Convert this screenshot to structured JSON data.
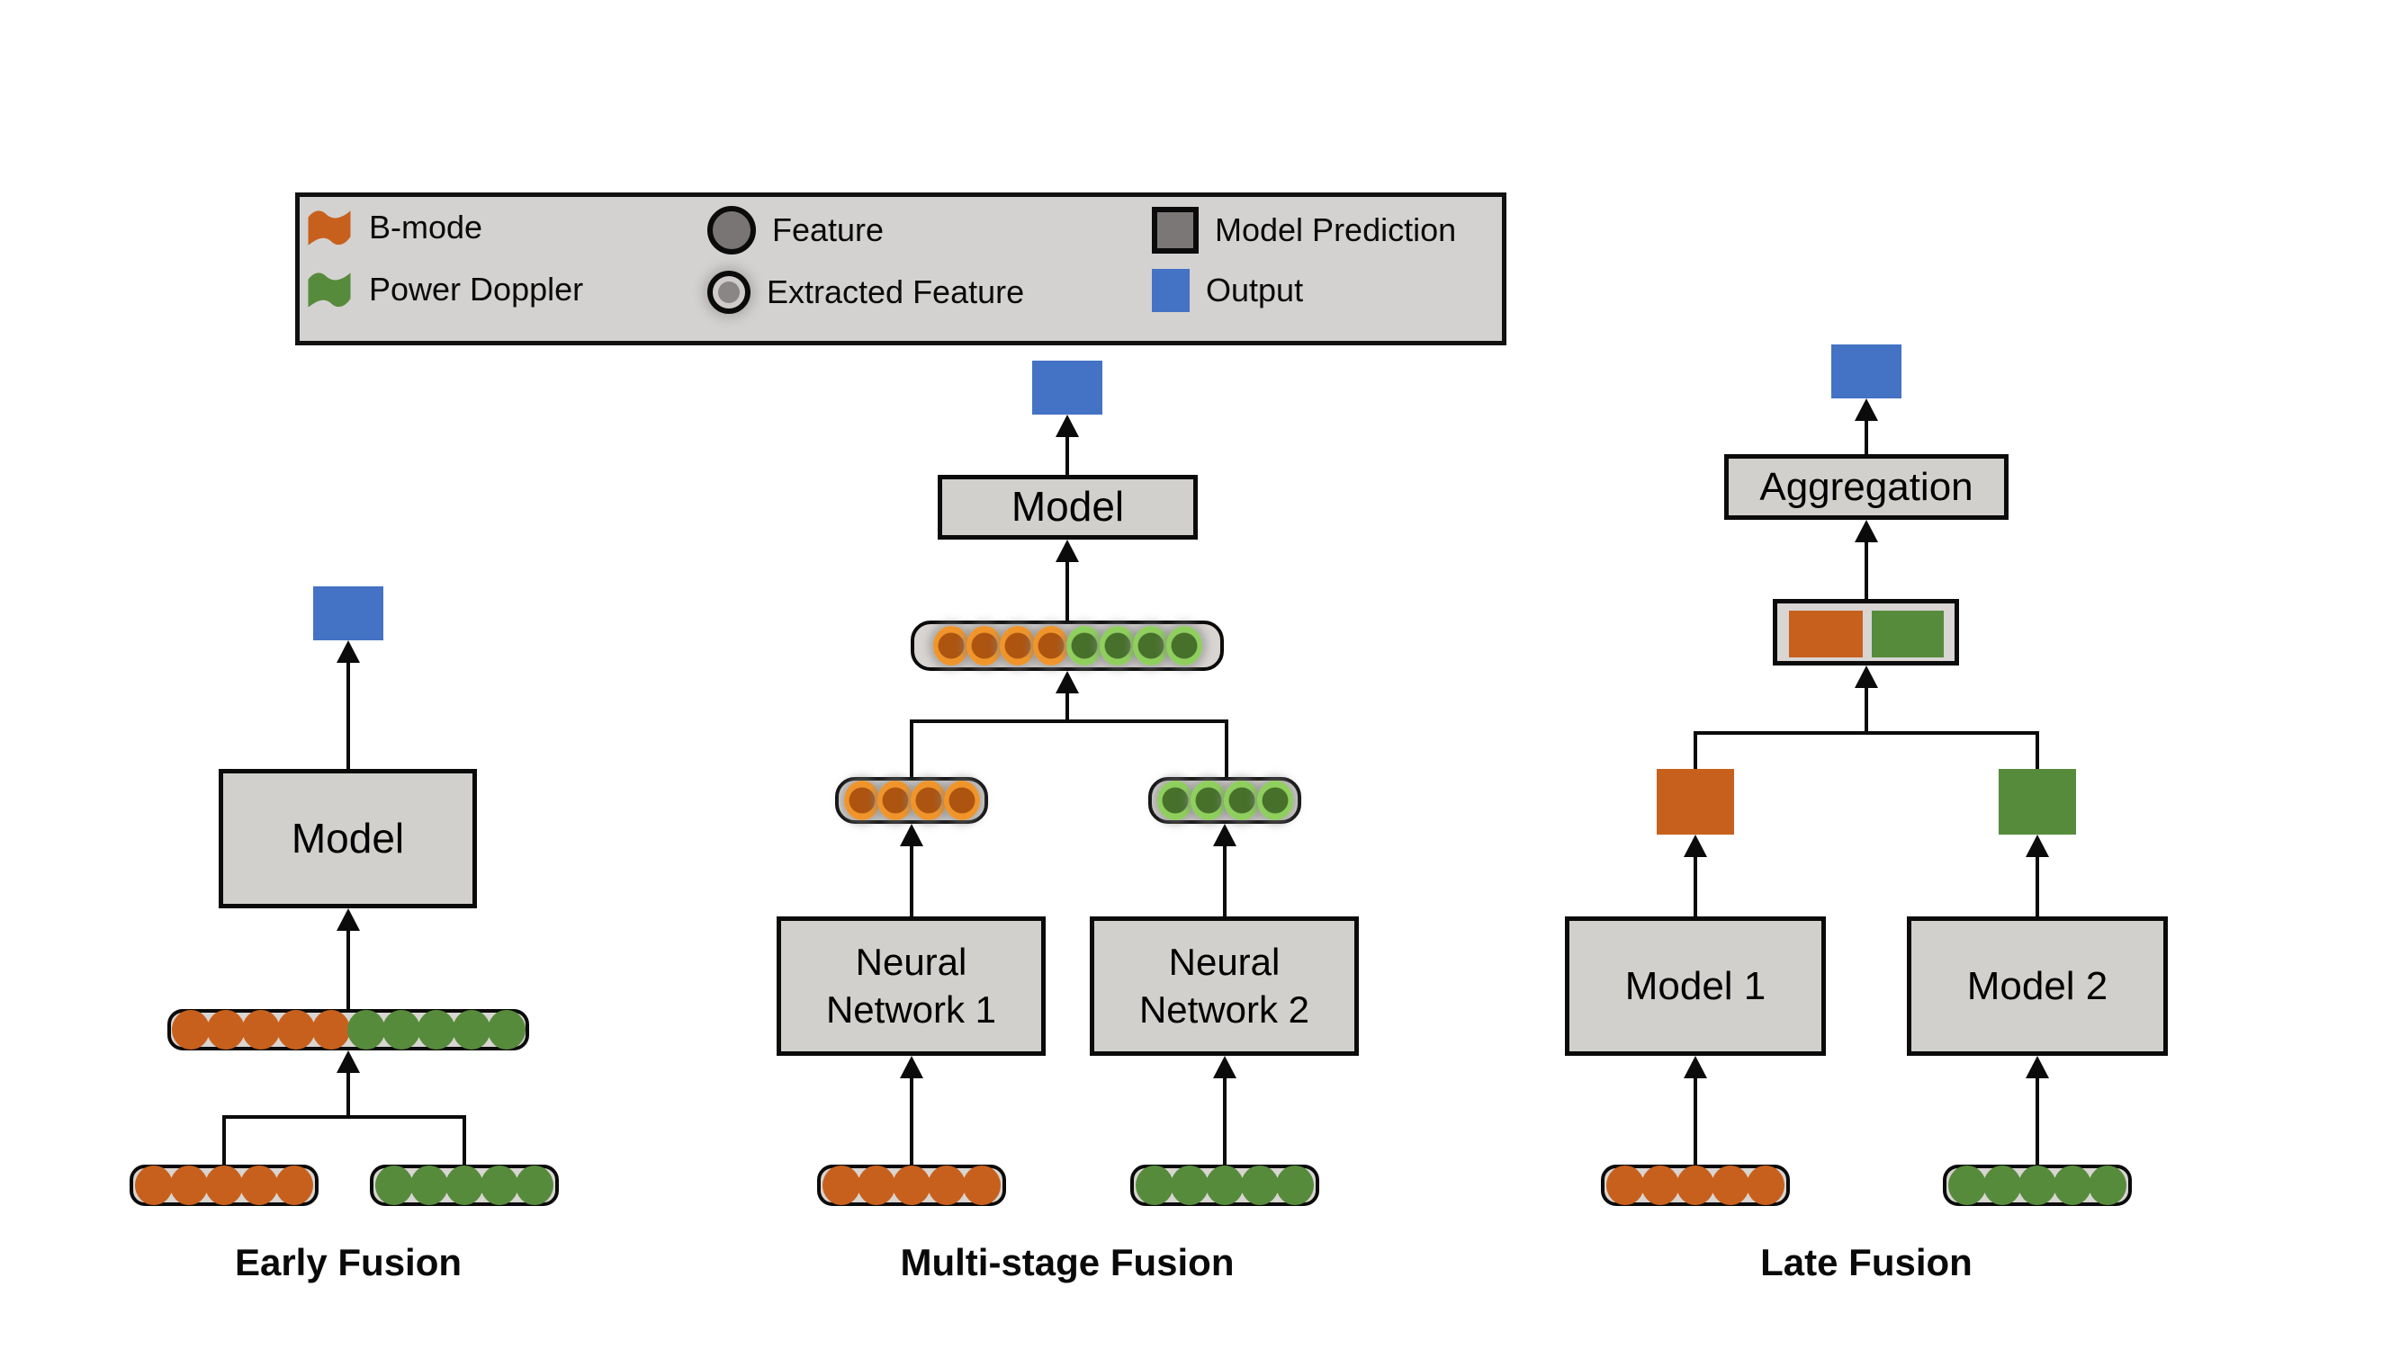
{
  "legend": {
    "items": [
      {
        "icon": "bmode-flag-icon",
        "label": "B-mode"
      },
      {
        "icon": "power-doppler-flag-icon",
        "label": "Power Doppler"
      },
      {
        "icon": "feature-circle-icon",
        "label": "Feature"
      },
      {
        "icon": "extracted-feature-circle-icon",
        "label": "Extracted Feature"
      },
      {
        "icon": "model-prediction-square-icon",
        "label": "Model Prediction"
      },
      {
        "icon": "output-square-icon",
        "label": "Output"
      }
    ]
  },
  "early": {
    "caption": "Early Fusion",
    "model_label": "Model"
  },
  "multi": {
    "caption": "Multi-stage Fusion",
    "model_label": "Model",
    "nn1_label": "Neural Network 1",
    "nn2_label": "Neural Network 2"
  },
  "late": {
    "caption": "Late Fusion",
    "aggregation_label": "Aggregation",
    "model1_label": "Model 1",
    "model2_label": "Model 2"
  },
  "colors": {
    "orange": "#C8601D",
    "green": "#578B3C",
    "blue": "#4472C4",
    "orange_ring": "#F0952B",
    "orange_core": "#AD5410",
    "green_ring": "#8FCF5E",
    "green_core": "#47702B",
    "feature_gray": "#7A7575",
    "pred_gray": "#7B7777"
  },
  "feature_rows": {
    "early_combined": [
      {
        "color": "orange",
        "count": 5
      },
      {
        "color": "green",
        "count": 5
      }
    ],
    "early_input_orange": [
      {
        "color": "orange",
        "count": 5
      }
    ],
    "early_input_green": [
      {
        "color": "green",
        "count": 5
      }
    ],
    "multi_combined_extracted": [
      {
        "color": "orange",
        "count": 4,
        "extracted": true
      },
      {
        "color": "green",
        "count": 4,
        "extracted": true
      }
    ],
    "multi_extracted_orange": [
      {
        "color": "orange",
        "count": 4,
        "extracted": true
      }
    ],
    "multi_extracted_green": [
      {
        "color": "green",
        "count": 4,
        "extracted": true
      }
    ],
    "multi_input_orange": [
      {
        "color": "orange",
        "count": 5
      }
    ],
    "multi_input_green": [
      {
        "color": "green",
        "count": 5
      }
    ],
    "late_input_orange": [
      {
        "color": "orange",
        "count": 5
      }
    ],
    "late_input_green": [
      {
        "color": "green",
        "count": 5
      }
    ]
  }
}
